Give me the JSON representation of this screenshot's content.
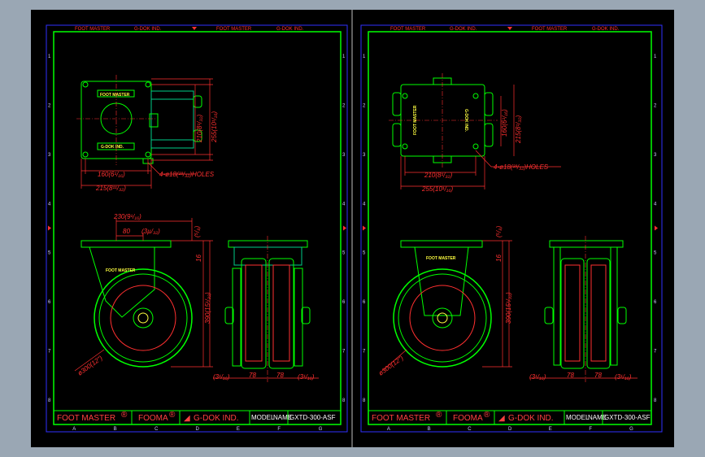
{
  "sheets": [
    {
      "header": [
        "FOOT MASTER",
        "G-DOK IND.",
        "FOOT MASTER",
        "G-DOK IND."
      ],
      "plate_labels": [
        "FOOT MASTER",
        "G-DOK IND."
      ],
      "dims_top": [
        "210(8¹/₃₂)",
        "255(10¹/₁₆)",
        "160(6¹/₁₆)",
        "215(8¹¹/₃₂)",
        "4-ø18(²³/₃₂)HOLES"
      ],
      "fork_label": "FOOT MASTER",
      "dims_side": [
        "230(9¹/₁₆)",
        "80",
        "(3µ/₃₂)",
        "(⁵/₈)",
        "16",
        "390(15¹/₃₂)",
        "ø300(12\")"
      ],
      "dims_front": [
        "(3¹/₁₆)",
        "78",
        "78",
        "(3¹/₁₆)"
      ],
      "title_block": {
        "brand1": "FOOT MASTER",
        "brand2": "FOOMA",
        "brand3": "G-DOK IND.",
        "model": "MODEL",
        "name": "NAME",
        "part": "GXTD-300-ASF"
      }
    },
    {
      "header": [
        "FOOT MASTER",
        "G-DOK IND.",
        "FOOT MASTER",
        "G-DOK IND."
      ],
      "plate_labels": [
        "FOOT MASTER",
        "G-DOK IND."
      ],
      "dims_top": [
        "160(6¹/₁₆)",
        "215(8¹/₃₂)",
        "210(8¹/₃₂)",
        "255(10¹/₁₆)",
        "4-ø18(²³/₃₂)HOLES"
      ],
      "fork_label": "FOOT MASTER",
      "dims_side": [
        "(⁵/₈)",
        "16",
        "390(15¹/₃₂)",
        "ø300(12\")"
      ],
      "dims_front": [
        "(3¹/₁₆)",
        "78",
        "78",
        "(3¹/₁₆)"
      ],
      "title_block": {
        "brand1": "FOOT MASTER",
        "brand2": "FOOMA",
        "brand3": "G-DOK IND.",
        "model": "MODEL",
        "name": "NAME",
        "part": "GXTD-300-ASF"
      }
    }
  ],
  "zones_x": [
    "A",
    "B",
    "C",
    "D",
    "E",
    "F",
    "G"
  ],
  "zones_y": [
    "1",
    "2",
    "3",
    "4",
    "5",
    "6",
    "7",
    "8"
  ],
  "colors": {
    "background": "#000000",
    "frame": "#00ff00",
    "dimension": "#ff3030",
    "outer": "#9aa7b4",
    "label": "#ffff40"
  }
}
